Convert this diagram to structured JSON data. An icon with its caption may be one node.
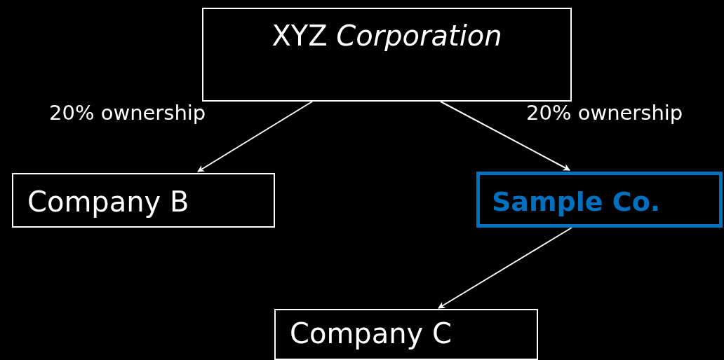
{
  "diagram": {
    "nodes": [
      {
        "text": [
          "XYZ *Corporation*"
        ]
      },
      {
        "text": [
          "Company B"
        ]
      },
      {
        "text": [
          "Sample Co."
        ]
      },
      {
        "text": [
          "Company C"
        ]
      }
    ],
    "edges": [
      {
        "from": 0,
        "to": 1,
        "arrow": "to",
        "label": "20% ownership"
      },
      {
        "from": 0,
        "to": 2,
        "arrow": "to",
        "label": "20% ownership"
      },
      {
        "from": 2,
        "to": 3,
        "arrow": "to"
      }
    ]
  }
}
